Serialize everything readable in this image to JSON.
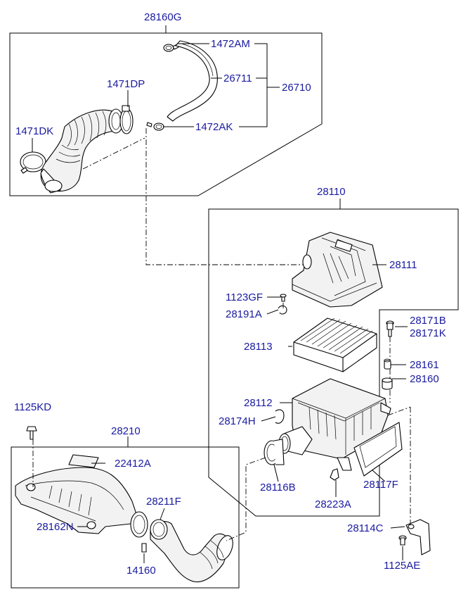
{
  "labels": {
    "p28160G": "28160G",
    "p1472AM": "1472AM",
    "p26711": "26711",
    "p26710": "26710",
    "p1471DP": "1471DP",
    "p1471DK": "1471DK",
    "p1472AK": "1472AK",
    "p28110": "28110",
    "p28111": "28111",
    "p1123GF": "1123GF",
    "p28191A": "28191A",
    "p28171B": "28171B",
    "p28171K": "28171K",
    "p28113": "28113",
    "p28161": "28161",
    "p28160": "28160",
    "p28112": "28112",
    "p1125KD": "1125KD",
    "p28174H": "28174H",
    "p28210": "28210",
    "p22412A": "22412A",
    "p28116B": "28116B",
    "p28117F": "28117F",
    "p28211F": "28211F",
    "p28223A": "28223A",
    "p28162N": "28162N",
    "p28114C": "28114C",
    "p14160": "14160",
    "p1125AE": "1125AE"
  },
  "colors": {
    "label": "#1a1aa0",
    "line": "#000000",
    "background": "#ffffff"
  }
}
